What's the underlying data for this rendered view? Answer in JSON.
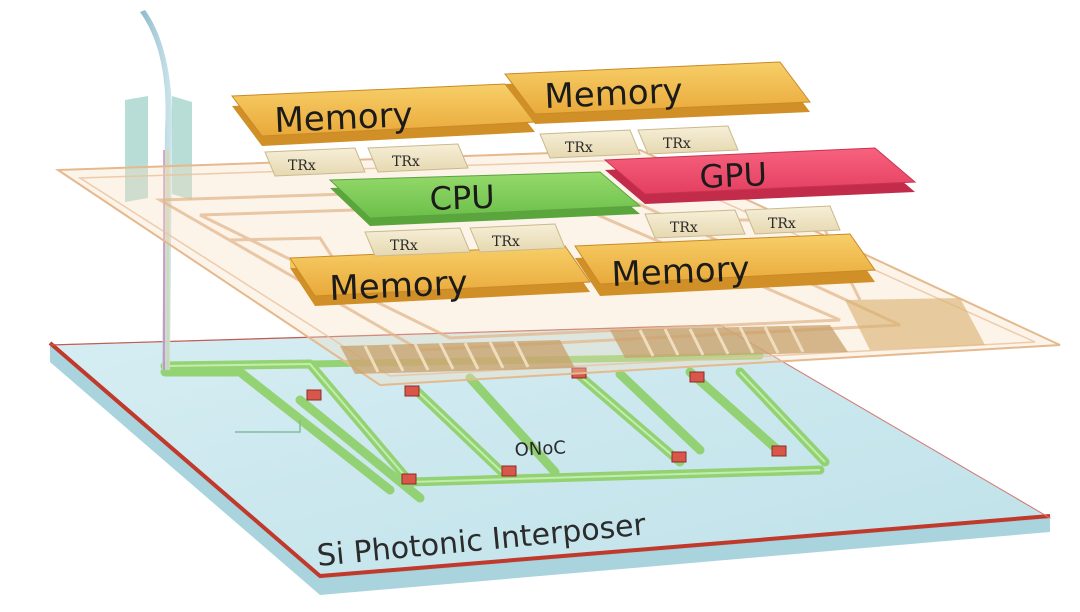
{
  "chips": {
    "memory_top_left": "Memory",
    "memory_top_right": "Memory",
    "cpu": "CPU",
    "gpu": "GPU",
    "memory_bottom_left": "Memory",
    "memory_bottom_right": "Memory"
  },
  "transceivers": {
    "label": "TRx"
  },
  "network": {
    "label": "ONoC"
  },
  "interposer": {
    "label": "Si Photonic Interposer"
  },
  "colors": {
    "memory": "#f0b84a",
    "cpu": "#7fcc5a",
    "gpu": "#f04a6a",
    "trx": "#efe5c7",
    "interposer_top": "#c8e6ec",
    "interposer_edge": "#c0392b",
    "waveguide": "#8fd16a",
    "fiber": "#9ec9d6"
  }
}
